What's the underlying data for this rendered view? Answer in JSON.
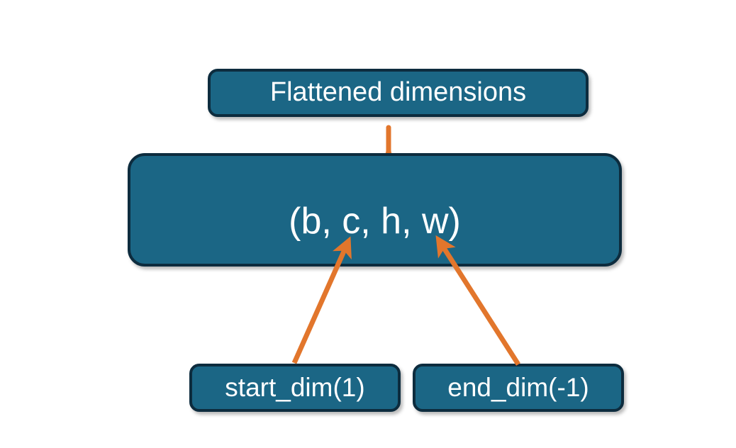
{
  "diagram": {
    "title_text": "Flattened dimensions",
    "background_color": "#ffffff",
    "node_fill_color": "#1b6685",
    "node_border_color": "#0d2c3e",
    "node_text_color": "#ffffff",
    "annotation_color": "#e2762c",
    "nodes": {
      "flattened": {
        "label": "Flattened dimensions"
      },
      "shape": {
        "label": "(b, c, h, w)"
      },
      "start_dim": {
        "label": "start_dim(1)"
      },
      "end_dim": {
        "label": "end_dim(-1)"
      }
    },
    "annotations": {
      "brace_label": "flattened-range-brace",
      "arrow_start_dim_label": "start-dim-arrow",
      "arrow_end_dim_label": "end-dim-arrow"
    }
  }
}
